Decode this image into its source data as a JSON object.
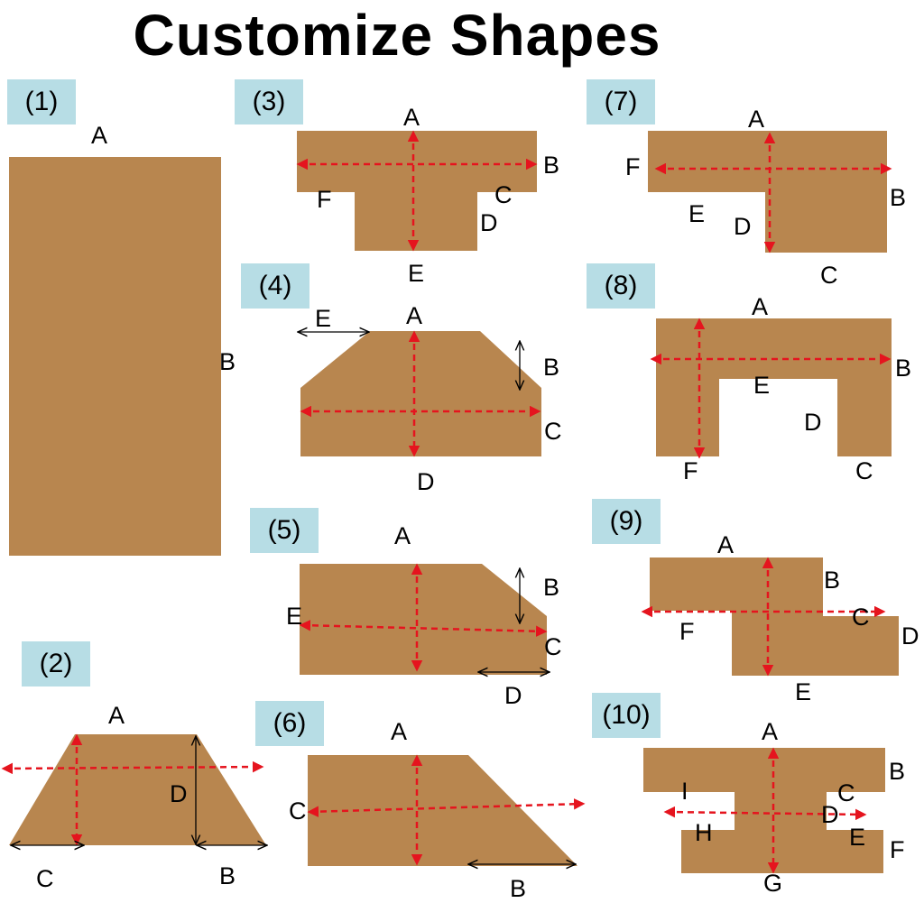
{
  "title": "Customize Shapes",
  "colors": {
    "shape_fill": "#b8864f",
    "arrow": "#e5141e",
    "badge_bg": "#b7dde5"
  },
  "shapes": [
    {
      "number": "(1)",
      "labels": {
        "A": "A",
        "B": "B"
      }
    },
    {
      "number": "(2)",
      "labels": {
        "A": "A",
        "B": "B",
        "C": "C",
        "D": "D"
      }
    },
    {
      "number": "(3)",
      "labels": {
        "A": "A",
        "B": "B",
        "C": "C",
        "D": "D",
        "E": "E",
        "F": "F"
      }
    },
    {
      "number": "(4)",
      "labels": {
        "A": "A",
        "B": "B",
        "C": "C",
        "D": "D",
        "E": "E"
      }
    },
    {
      "number": "(5)",
      "labels": {
        "A": "A",
        "B": "B",
        "C": "C",
        "D": "D",
        "E": "E"
      }
    },
    {
      "number": "(6)",
      "labels": {
        "A": "A",
        "B": "B",
        "C": "C"
      }
    },
    {
      "number": "(7)",
      "labels": {
        "A": "A",
        "B": "B",
        "C": "C",
        "D": "D",
        "E": "E",
        "F": "F"
      }
    },
    {
      "number": "(8)",
      "labels": {
        "A": "A",
        "B": "B",
        "C": "C",
        "D": "D",
        "E": "E",
        "F": "F"
      }
    },
    {
      "number": "(9)",
      "labels": {
        "A": "A",
        "B": "B",
        "C": "C",
        "D": "D",
        "E": "E",
        "F": "F"
      }
    },
    {
      "number": "(10)",
      "labels": {
        "A": "A",
        "B": "B",
        "C": "C",
        "D": "D",
        "E": "E",
        "F": "F",
        "G": "G",
        "H": "H",
        "I": "I"
      }
    }
  ]
}
